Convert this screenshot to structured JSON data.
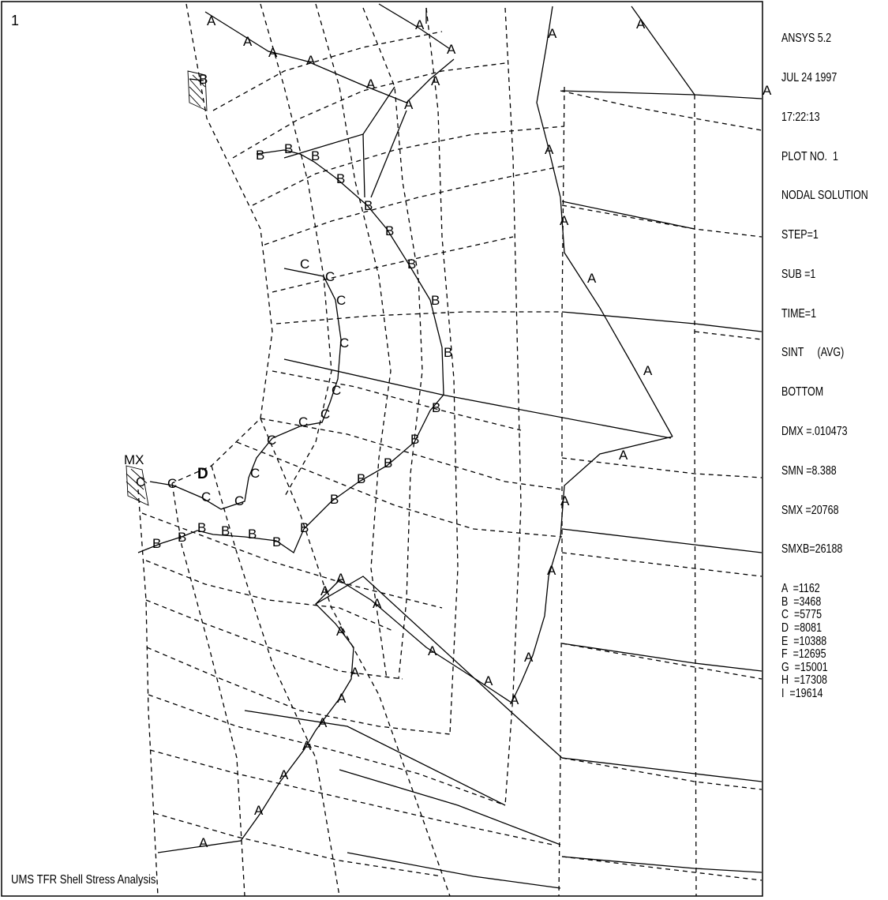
{
  "window_number": "1",
  "legend": {
    "program": "ANSYS 5.2",
    "date": "JUL 24 1997",
    "time": "17:22:13",
    "plot_no": "PLOT NO.  1",
    "solution": "NODAL SOLUTION",
    "step": "STEP=1",
    "sub": "SUB =1",
    "time_value": "TIME=1",
    "item": "SINT     (AVG)",
    "surface": "BOTTOM",
    "dmx": "DMX =.010473",
    "smn": "SMN =8.388",
    "smx": "SMX =20768",
    "smxb": "SMXB=26188",
    "contours": [
      {
        "label": "A",
        "value": "=1162"
      },
      {
        "label": "B",
        "value": "=3468"
      },
      {
        "label": "C",
        "value": "=5775"
      },
      {
        "label": "D",
        "value": "=8081"
      },
      {
        "label": "E",
        "value": "=10388"
      },
      {
        "label": "F",
        "value": "=12695"
      },
      {
        "label": "G",
        "value": "=15001"
      },
      {
        "label": "H",
        "value": "=17308"
      },
      {
        "label": "I",
        "value": "=19614"
      }
    ]
  },
  "plot": {
    "max_marker": "MX",
    "contour_letters": [
      "A",
      "B",
      "C",
      "D"
    ]
  },
  "footer": {
    "title": "UMS TFR Shell Stress Analysis"
  }
}
